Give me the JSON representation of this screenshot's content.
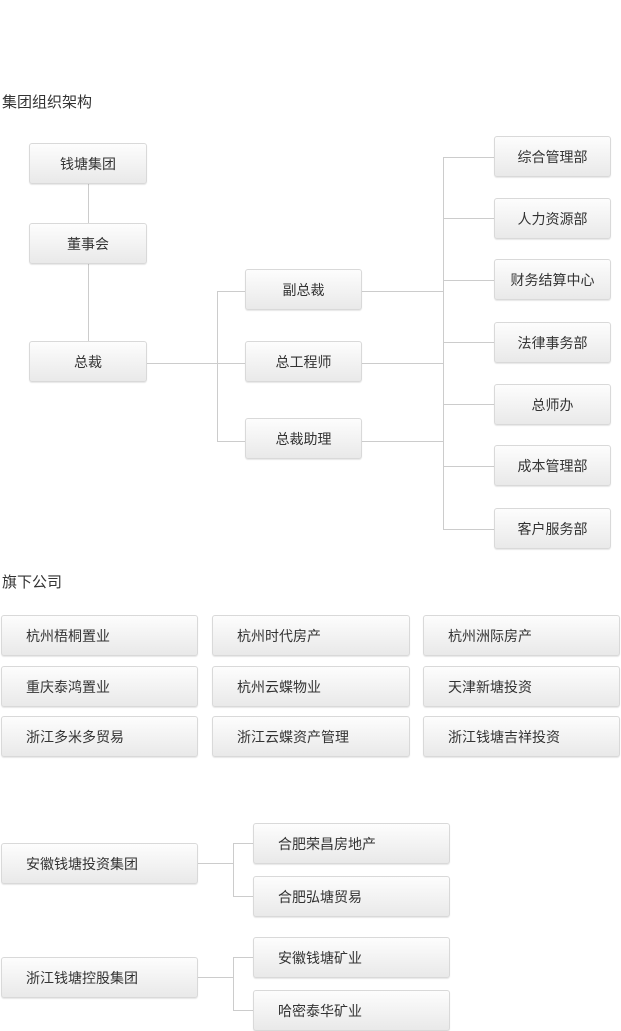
{
  "org_chart": {
    "title": "集团组织架构",
    "group": "钱塘集团",
    "board": "董事会",
    "president": "总裁",
    "executives": [
      "副总裁",
      "总工程师",
      "总裁助理"
    ],
    "departments": [
      "综合管理部",
      "人力资源部",
      "财务结算中心",
      "法律事务部",
      "总师办",
      "成本管理部",
      "客户服务部"
    ]
  },
  "subsidiaries": {
    "title": "旗下公司",
    "grid": [
      [
        "杭州梧桐置业",
        "杭州时代房产",
        "杭州洲际房产"
      ],
      [
        "重庆泰鸿置业",
        "杭州云蝶物业",
        "天津新塘投资"
      ],
      [
        "浙江多米多贸易",
        "浙江云蝶资产管理",
        "浙江钱塘吉祥投资"
      ]
    ],
    "holdings": [
      {
        "name": "安徽钱塘投资集团",
        "children": [
          "合肥荣昌房地产",
          "合肥弘塘贸易"
        ]
      },
      {
        "name": "浙江钱塘控股集团",
        "children": [
          "安徽钱塘矿业",
          "哈密泰华矿业"
        ]
      }
    ]
  }
}
